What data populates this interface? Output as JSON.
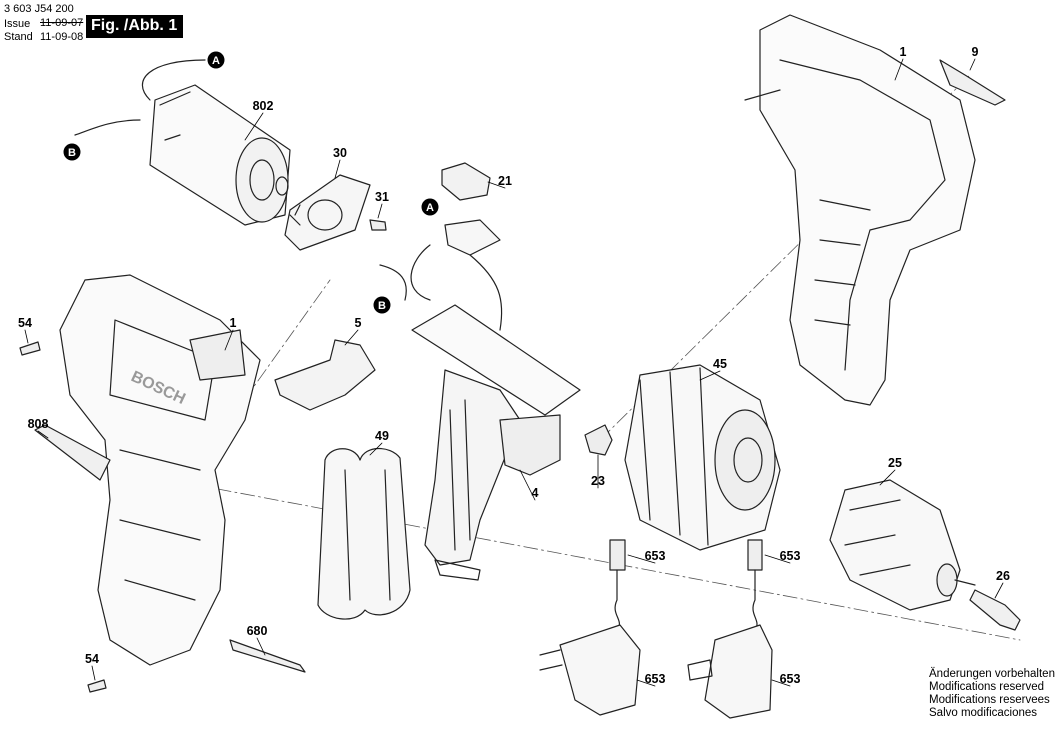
{
  "header": {
    "doc_number": "3 603 J54 200",
    "issue_label": "Issue",
    "issue_date": "11-09-07",
    "stand_label": "Stand",
    "stand_date": "11-09-08",
    "figure_label": "Fig. /Abb. 1"
  },
  "markers": [
    "A",
    "B",
    "A",
    "B"
  ],
  "parts": [
    "802",
    "30",
    "31",
    "21",
    "1",
    "9",
    "54",
    "1",
    "5",
    "808",
    "49",
    "4",
    "45",
    "23",
    "25",
    "653",
    "653",
    "26",
    "680",
    "54",
    "653",
    "653"
  ],
  "notes": [
    "Änderungen vorbehalten",
    "Modifications reserved",
    "Modifications reservees",
    "Salvo modificaciones"
  ]
}
